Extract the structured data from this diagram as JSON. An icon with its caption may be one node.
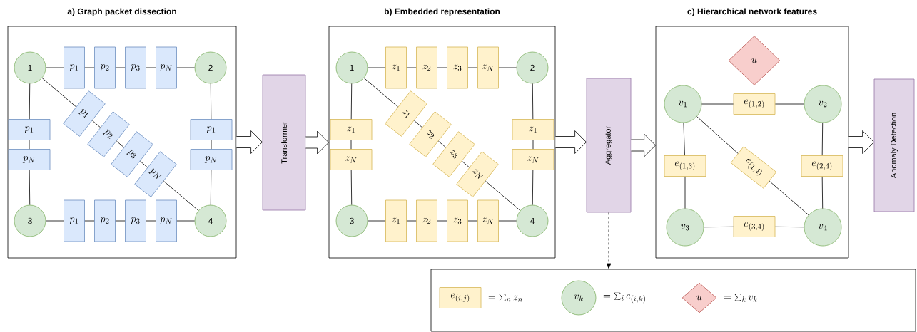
{
  "diagram": {
    "nodes": [
      {
        "text": [
          "a) Graph packet dissection"
        ]
      },
      {
        "text": [
          "1"
        ],
        "in": 0
      },
      {
        "text": [
          "2"
        ],
        "in": 0
      },
      {
        "text": [
          "3"
        ],
        "in": 0
      },
      {
        "text": [
          "4"
        ],
        "in": 0
      },
      {
        "text": [
          "p_1"
        ],
        "in": 0
      },
      {
        "text": [
          "p_2"
        ],
        "in": 0
      },
      {
        "text": [
          "p_3"
        ],
        "in": 0
      },
      {
        "text": [
          "p_N"
        ],
        "in": 0
      },
      {
        "text": [
          "p_1"
        ],
        "in": 0
      },
      {
        "text": [
          "p_N"
        ],
        "in": 0
      },
      {
        "text": [
          "p_1"
        ],
        "in": 0
      },
      {
        "text": [
          "p_2"
        ],
        "in": 0
      },
      {
        "text": [
          "p_3"
        ],
        "in": 0
      },
      {
        "text": [
          "p_N"
        ],
        "in": 0
      },
      {
        "text": [
          "p_1"
        ],
        "in": 0
      },
      {
        "text": [
          "p_N"
        ],
        "in": 0
      },
      {
        "text": [
          "p_1"
        ],
        "in": 0
      },
      {
        "text": [
          "p_2"
        ],
        "in": 0
      },
      {
        "text": [
          "p_3"
        ],
        "in": 0
      },
      {
        "text": [
          "p_N"
        ],
        "in": 0
      },
      {
        "text": [
          "Transformer"
        ]
      },
      {
        "text": [
          "b) Embedded representation"
        ]
      },
      {
        "text": [
          "1"
        ],
        "in": 22
      },
      {
        "text": [
          "2"
        ],
        "in": 22
      },
      {
        "text": [
          "3"
        ],
        "in": 22
      },
      {
        "text": [
          "4"
        ],
        "in": 22
      },
      {
        "text": [
          "z_1"
        ],
        "in": 22
      },
      {
        "text": [
          "z_2"
        ],
        "in": 22
      },
      {
        "text": [
          "z_3"
        ],
        "in": 22
      },
      {
        "text": [
          "z_N"
        ],
        "in": 22
      },
      {
        "text": [
          "z_1"
        ],
        "in": 22
      },
      {
        "text": [
          "z_N"
        ],
        "in": 22
      },
      {
        "text": [
          "z_1"
        ],
        "in": 22
      },
      {
        "text": [
          "z_2"
        ],
        "in": 22
      },
      {
        "text": [
          "z_3"
        ],
        "in": 22
      },
      {
        "text": [
          "z_N"
        ],
        "in": 22
      },
      {
        "text": [
          "z_1"
        ],
        "in": 22
      },
      {
        "text": [
          "z_N"
        ],
        "in": 22
      },
      {
        "text": [
          "z_1"
        ],
        "in": 22
      },
      {
        "text": [
          "z_2"
        ],
        "in": 22
      },
      {
        "text": [
          "z_3"
        ],
        "in": 22
      },
      {
        "text": [
          "z_N"
        ],
        "in": 22
      },
      {
        "text": [
          "Aggregator"
        ]
      },
      {
        "text": [
          "c) Hierarchical network features"
        ]
      },
      {
        "text": [
          "u"
        ],
        "in": 44
      },
      {
        "text": [
          "v_1"
        ],
        "in": 44
      },
      {
        "text": [
          "v_2"
        ],
        "in": 44
      },
      {
        "text": [
          "v_3"
        ],
        "in": 44
      },
      {
        "text": [
          "v_4"
        ],
        "in": 44
      },
      {
        "text": [
          "e_{(1,2)}"
        ],
        "in": 44
      },
      {
        "text": [
          "e_{(1,3)}"
        ],
        "in": 44
      },
      {
        "text": [
          "e_{(1,4)}"
        ],
        "in": 44
      },
      {
        "text": [
          "e_{(2,4)}"
        ],
        "in": 44
      },
      {
        "text": [
          "e_{(3,4)}"
        ],
        "in": 44
      },
      {
        "text": [
          "Anomaly Detection"
        ]
      },
      {
        "text": [],
        "shape": "box"
      },
      {
        "text": [
          "e_{(i,j)}"
        ],
        "in": 56,
        "beside": [
          "= \\sum_n z_n"
        ]
      },
      {
        "text": [
          "v_k"
        ],
        "in": 56,
        "beside": [
          "= \\sum_i e_{(i,k)}"
        ]
      },
      {
        "text": [
          "u"
        ],
        "in": 56,
        "beside": [
          "= \\sum_k v_k"
        ]
      }
    ],
    "edges": [
      {
        "from": 1,
        "to": 5,
        "arrow": "none"
      },
      {
        "from": 5,
        "to": 6,
        "arrow": "none"
      },
      {
        "from": 6,
        "to": 7,
        "arrow": "none"
      },
      {
        "from": 7,
        "to": 8,
        "arrow": "none"
      },
      {
        "from": 8,
        "to": 2,
        "arrow": "none"
      },
      {
        "from": 1,
        "to": 9,
        "arrow": "none"
      },
      {
        "from": 9,
        "to": 10,
        "arrow": "none"
      },
      {
        "from": 10,
        "to": 3,
        "arrow": "none"
      },
      {
        "from": 1,
        "to": 11,
        "arrow": "none"
      },
      {
        "from": 11,
        "to": 12,
        "arrow": "none"
      },
      {
        "from": 12,
        "to": 13,
        "arrow": "none"
      },
      {
        "from": 13,
        "to": 14,
        "arrow": "none"
      },
      {
        "from": 14,
        "to": 4,
        "arrow": "none"
      },
      {
        "from": 2,
        "to": 15,
        "arrow": "none"
      },
      {
        "from": 15,
        "to": 16,
        "arrow": "none"
      },
      {
        "from": 16,
        "to": 4,
        "arrow": "none"
      },
      {
        "from": 3,
        "to": 17,
        "arrow": "none"
      },
      {
        "from": 17,
        "to": 18,
        "arrow": "none"
      },
      {
        "from": 18,
        "to": 19,
        "arrow": "none"
      },
      {
        "from": 19,
        "to": 20,
        "arrow": "none"
      },
      {
        "from": 20,
        "to": 4,
        "arrow": "none"
      },
      {
        "from": 23,
        "to": 27,
        "arrow": "none"
      },
      {
        "from": 27,
        "to": 28,
        "arrow": "none"
      },
      {
        "from": 28,
        "to": 29,
        "arrow": "none"
      },
      {
        "from": 29,
        "to": 30,
        "arrow": "none"
      },
      {
        "from": 30,
        "to": 24,
        "arrow": "none"
      },
      {
        "from": 23,
        "to": 31,
        "arrow": "none"
      },
      {
        "from": 31,
        "to": 32,
        "arrow": "none"
      },
      {
        "from": 32,
        "to": 25,
        "arrow": "none"
      },
      {
        "from": 23,
        "to": 33,
        "arrow": "none"
      },
      {
        "from": 33,
        "to": 34,
        "arrow": "none"
      },
      {
        "from": 34,
        "to": 35,
        "arrow": "none"
      },
      {
        "from": 35,
        "to": 36,
        "arrow": "none"
      },
      {
        "from": 36,
        "to": 26,
        "arrow": "none"
      },
      {
        "from": 24,
        "to": 37,
        "arrow": "none"
      },
      {
        "from": 37,
        "to": 38,
        "arrow": "none"
      },
      {
        "from": 38,
        "to": 26,
        "arrow": "none"
      },
      {
        "from": 25,
        "to": 39,
        "arrow": "none"
      },
      {
        "from": 39,
        "to": 40,
        "arrow": "none"
      },
      {
        "from": 40,
        "to": 41,
        "arrow": "none"
      },
      {
        "from": 41,
        "to": 42,
        "arrow": "none"
      },
      {
        "from": 42,
        "to": 26,
        "arrow": "none"
      },
      {
        "from": 46,
        "to": 50,
        "arrow": "none"
      },
      {
        "from": 50,
        "to": 47,
        "arrow": "none"
      },
      {
        "from": 46,
        "to": 51,
        "arrow": "none"
      },
      {
        "from": 51,
        "to": 48,
        "arrow": "none"
      },
      {
        "from": 46,
        "to": 52,
        "arrow": "none"
      },
      {
        "from": 52,
        "to": 49,
        "arrow": "none"
      },
      {
        "from": 47,
        "to": 53,
        "arrow": "none"
      },
      {
        "from": 53,
        "to": 49,
        "arrow": "none"
      },
      {
        "from": 48,
        "to": 54,
        "arrow": "none"
      },
      {
        "from": 54,
        "to": 49,
        "arrow": "none"
      },
      {
        "from": 0,
        "to": 21,
        "arrow": "to",
        "style": "thick"
      },
      {
        "from": 21,
        "to": 22,
        "arrow": "to",
        "style": "thick"
      },
      {
        "from": 22,
        "to": 43,
        "arrow": "to",
        "style": "thick"
      },
      {
        "from": 43,
        "to": 44,
        "arrow": "to",
        "style": "thick"
      },
      {
        "from": 44,
        "to": 55,
        "arrow": "to",
        "style": "thick"
      },
      {
        "from": 43,
        "to": 56,
        "arrow": "to",
        "style": "dashed"
      }
    ]
  }
}
